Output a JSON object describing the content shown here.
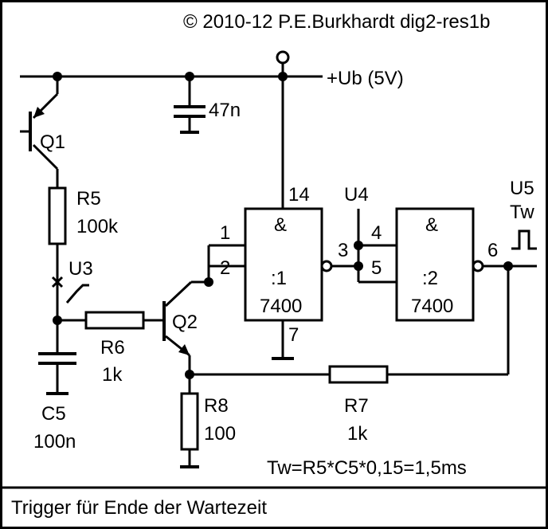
{
  "header": {
    "copyright": "© 2010-12 P.E.Burkhardt dig2-res1b"
  },
  "footer": {
    "caption": "Trigger für Ende der Wartezeit"
  },
  "formula": "Tw=R5*C5*0,15=1,5ms",
  "supply": {
    "label": "+Ub (5V)"
  },
  "components": {
    "q1": "Q1",
    "q2": "Q2",
    "c_bypass": "47n",
    "r5": {
      "name": "R5",
      "value": "100k"
    },
    "u3": "U3",
    "r6": {
      "name": "R6",
      "value": "1k"
    },
    "c5": {
      "name": "C5",
      "value": "100n"
    },
    "r8": {
      "name": "R8",
      "value": "100"
    },
    "r7": {
      "name": "R7",
      "value": "1k"
    },
    "u4": "U4",
    "u5": "U5",
    "tw": "Tw"
  },
  "gate1": {
    "symbol": "&",
    "index": ":1",
    "part": "7400"
  },
  "gate2": {
    "symbol": "&",
    "index": ":2",
    "part": "7400"
  },
  "pins": {
    "p14": "14",
    "p1": "1",
    "p2": "2",
    "p3": "3",
    "p4": "4",
    "p5": "5",
    "p6": "6",
    "p7": "7"
  }
}
